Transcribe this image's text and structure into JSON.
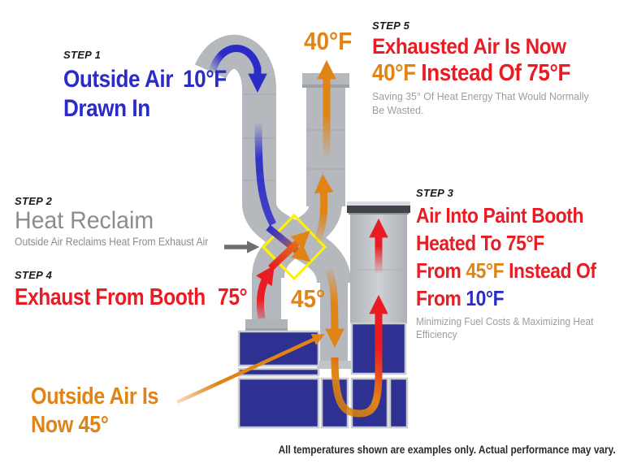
{
  "colors": {
    "blue": "#2b2bc8",
    "navy": "#2e3192",
    "red": "#e91c23",
    "orange": "#e08416",
    "yellow": "#fff200",
    "duct_gray": "#b5b8bc",
    "heading_gray": "#8a8c8f",
    "note_gray": "#9b9da0",
    "callout_gray": "#6d6f72",
    "text_dark": "#1a1a1a",
    "footer_text": "#2b2b2b"
  },
  "steps": {
    "step1": {
      "label": "STEP 1",
      "line1_text": "Outside Air",
      "line1_temp": "10°F",
      "line2": "Drawn In"
    },
    "step2": {
      "label": "STEP 2",
      "title": "Heat Reclaim",
      "subtitle": "Outside Air Reclaims Heat From Exhaust Air"
    },
    "step3": {
      "label": "STEP 3",
      "line1": "Air Into Paint Booth",
      "line2": "Heated To 75°F",
      "line3_pre": "From ",
      "line3_temp": "45°F",
      "line3_post": " Instead Of",
      "line4_pre": "From ",
      "line4_temp": "10°F",
      "note_line1": "Minimizing Fuel Costs & Maximizing Heat",
      "note_line2": "Efficiency"
    },
    "step4": {
      "label": "STEP 4",
      "line1": "Exhaust From Booth",
      "temp": "75°"
    },
    "step5": {
      "label": "STEP 5",
      "line1": "Exhausted Air Is Now",
      "line2_temp": "40°F",
      "line2_post": " Instead Of 75°F",
      "note_line1": "Saving 35° Of Heat Energy That Would Normally",
      "note_line2": "Be Wasted."
    }
  },
  "flow_labels": {
    "exhaust_out_temp": "40°F",
    "reclaimed_temp": "45°",
    "outside_air_line1": "Outside Air Is",
    "outside_air_line2": "Now 45°"
  },
  "footer": {
    "disclaimer": "All temperatures shown are examples only. Actual performance may vary."
  }
}
